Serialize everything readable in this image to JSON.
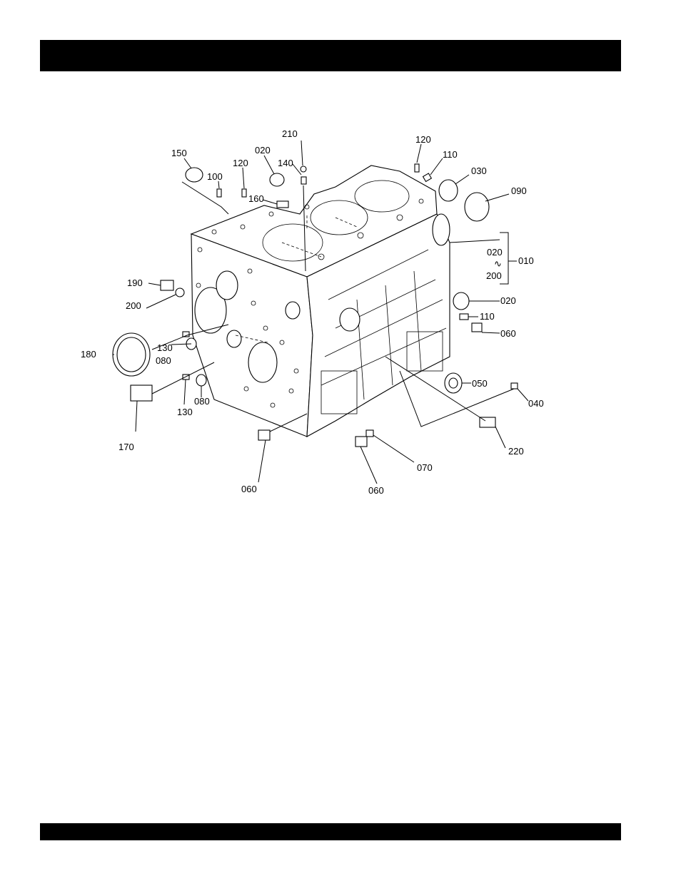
{
  "header_bar": {
    "text": ""
  },
  "footer_bar": {
    "text": ""
  },
  "callouts": {
    "c150": "150",
    "c100": "100",
    "c120a": "120",
    "c020a": "020",
    "c140": "140",
    "c210": "210",
    "c160": "160",
    "c120b": "120",
    "c110a": "110",
    "c030": "030",
    "c090": "090",
    "c020b": "020",
    "c010": "010",
    "c200a": "200",
    "c190": "190",
    "c200b": "200",
    "c020c": "020",
    "c110b": "110",
    "c060a": "060",
    "c180": "180",
    "c130a": "130",
    "c080a": "080",
    "c130b": "130",
    "c080b": "080",
    "c050": "050",
    "c040": "040",
    "c170": "170",
    "c220": "220",
    "c070": "070",
    "c060b": "060",
    "c060c": "060",
    "tilde": "∿"
  }
}
